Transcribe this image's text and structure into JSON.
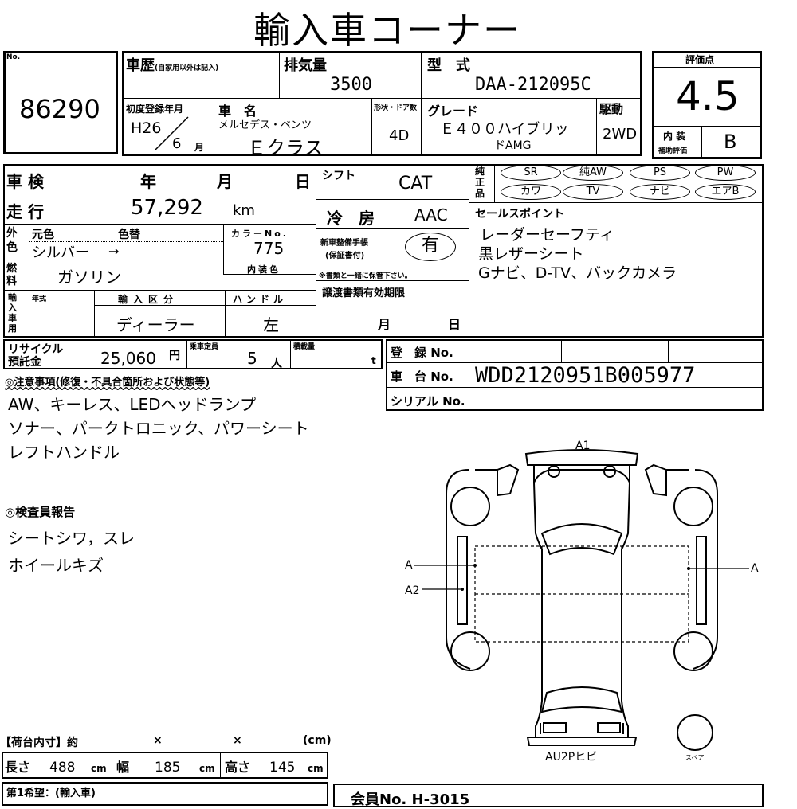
{
  "title": "輸入車コーナー",
  "lot": {
    "label": "No.",
    "number": "86290"
  },
  "history": {
    "label": "車歴",
    "note": "(自家用以外は記入)"
  },
  "displacement": {
    "label": "排気量",
    "value": "3500"
  },
  "model_type": {
    "label": "型　式",
    "value": "DAA-212095C"
  },
  "score": {
    "label": "評価点",
    "value": "4.5",
    "interior_label_1": "内 装",
    "interior_label_2": "補助評価",
    "interior_value": "B"
  },
  "first_reg": {
    "label": "初度登録年月",
    "year": "H26",
    "month": "6",
    "month_unit": "月"
  },
  "car_name": {
    "label": "車　名",
    "maker": "メルセデス・ベンツ",
    "name": "Ｅクラス"
  },
  "body": {
    "label": "形状・ドア数",
    "value": "4D"
  },
  "grade": {
    "label": "グレード",
    "value_line1": "Ｅ４００ハイブリッ",
    "value_line2": "ドAMG"
  },
  "drive": {
    "label": "駆動",
    "value": "2WD"
  },
  "inspection": {
    "label": "車 検",
    "year": "年",
    "month": "月",
    "day": "日"
  },
  "shift": {
    "label": "シフト",
    "value": "CAT"
  },
  "genuine": {
    "label": "純正品",
    "items": [
      "SR",
      "純AW",
      "PS",
      "PW",
      "カワ",
      "TV",
      "ナビ",
      "エアB"
    ]
  },
  "mileage": {
    "label": "走 行",
    "value": "57,292",
    "unit": "km"
  },
  "aircon": {
    "label": "冷　房",
    "value": "AAC"
  },
  "sales_points": {
    "label": "セールスポイント",
    "lines": [
      "レーダーセーフティ",
      "黒レザーシート",
      "Gナビ、D-TV、バックカメラ"
    ]
  },
  "color": {
    "outer_label": "外色",
    "orig_label": "元色",
    "orig_value": "シルバー",
    "arrow": "→",
    "change_label": "色替",
    "no_label": "カラーNo.",
    "no_value": "775",
    "interior_label": "内装色"
  },
  "maintenance": {
    "label_line1": "新車整備手帳",
    "label_line2": "(保証書付)",
    "value": "有",
    "note": "※書類と一緒に保管下さい。"
  },
  "fuel": {
    "label": "燃料",
    "value": "ガソリン"
  },
  "import": {
    "label": "輸入車用",
    "year_label": "年式",
    "class_label": "輸入区分",
    "class_value": "ディーラー",
    "handle_label": "ハンドル",
    "handle_value": "左"
  },
  "transfer": {
    "label": "譲渡書類有効期限",
    "month": "月",
    "day": "日"
  },
  "recycle": {
    "label_line1": "リサイクル",
    "label_line2": "預託金",
    "value": "25,060",
    "unit": "円"
  },
  "capacity": {
    "label": "乗車定員",
    "value": "5",
    "unit": "人"
  },
  "load": {
    "label": "積載量",
    "unit": "t"
  },
  "registration": {
    "label": "登　録 No.",
    "value": ""
  },
  "chassis": {
    "label": "車　台 No.",
    "value": "WDD2120951B005977"
  },
  "serial": {
    "label": "シリアル No.",
    "value": ""
  },
  "notes": {
    "label": "◎注意事項(修復・不具合箇所および状態等)",
    "lines": [
      "AW、キーレス、LEDヘッドランプ",
      "ソナー、パークトロニック、パワーシート",
      "レフトハンドル"
    ]
  },
  "inspector": {
    "label": "◎検査員報告",
    "lines": [
      "シートシワ，スレ",
      "ホイールキズ"
    ]
  },
  "diagram": {
    "a1": "A1",
    "a_left": "A",
    "a2_left": "A2",
    "a_right": "A",
    "bottom": "AU2Pヒビ",
    "spare": "スペア"
  },
  "cargo": {
    "label": "【荷台内寸】約",
    "x1": "×",
    "x2": "×",
    "unit": "(cm)",
    "length_label": "長さ",
    "length_value": "488",
    "width_label": "幅",
    "width_value": "185",
    "height_label": "高さ",
    "height_value": "145",
    "cm": "cm"
  },
  "wish": {
    "label": "第1希望：(輸入車)"
  },
  "footer_partial": "会員No. H-3015"
}
